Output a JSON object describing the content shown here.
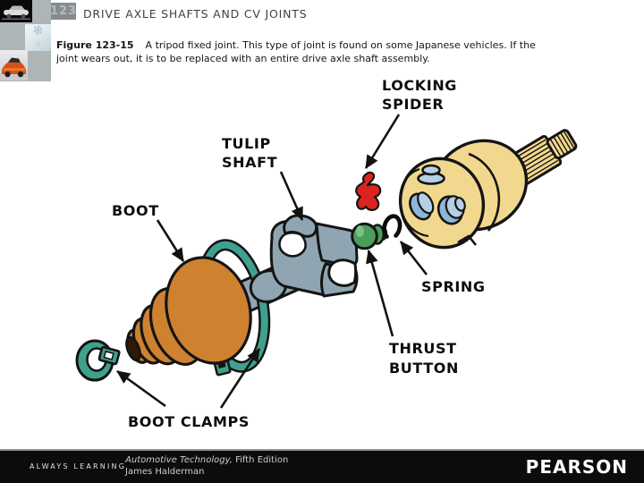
{
  "colors": {
    "outline": "#141414",
    "boot": "#CE8230",
    "boot_opening": "#2E1A08",
    "clamp": "#3FA18D",
    "shaft": "#90A6B2",
    "tulip": "#8FA6B2",
    "spider": "#DB2421",
    "button": "#4A9E5A",
    "button_hi": "#79C287",
    "housing": "#F2D88E",
    "roller": "#B5CFE4",
    "roller_dark": "#8FB6D6",
    "label": "#0D0D0D",
    "sidebar_gray": "#ADB5B6",
    "numbox_bg": "#848C90",
    "numbox_text": "#B2BCC0",
    "title_text": "#3B4246",
    "footer_bg": "#0C0C0C",
    "footer_text": "#D6D6D6",
    "divider": "#8C9292"
  },
  "header": {
    "slide_number": "123",
    "title": "DRIVE AXLE SHAFTS AND CV JOINTS"
  },
  "sidebar": {
    "thumbnails": [
      {
        "name": "classic-car"
      },
      {
        "name": "snowflake"
      },
      {
        "name": "sports-car"
      }
    ],
    "snowflake_glyph": "❄"
  },
  "caption": {
    "figure_label": "Figure 123-15",
    "line1": "A tripod fixed joint. This type of joint is found on some Japanese vehicles. If the",
    "line2": "joint wears out, it is to be replaced with an entire drive axle shaft assembly."
  },
  "diagram": {
    "labels": {
      "locking_spider": [
        "LOCKING",
        "SPIDER"
      ],
      "tulip_shaft": [
        "TULIP",
        "SHAFT"
      ],
      "boot": "BOOT",
      "spring": "SPRING",
      "thrust_button": [
        "THRUST",
        "BUTTON"
      ],
      "boot_clamps": "BOOT CLAMPS"
    }
  },
  "footer": {
    "tagline": "ALWAYS LEARNING",
    "book_title": "Automotive Technology,",
    "edition": "Fifth Edition",
    "author": "James Halderman",
    "publisher": "PEARSON"
  }
}
